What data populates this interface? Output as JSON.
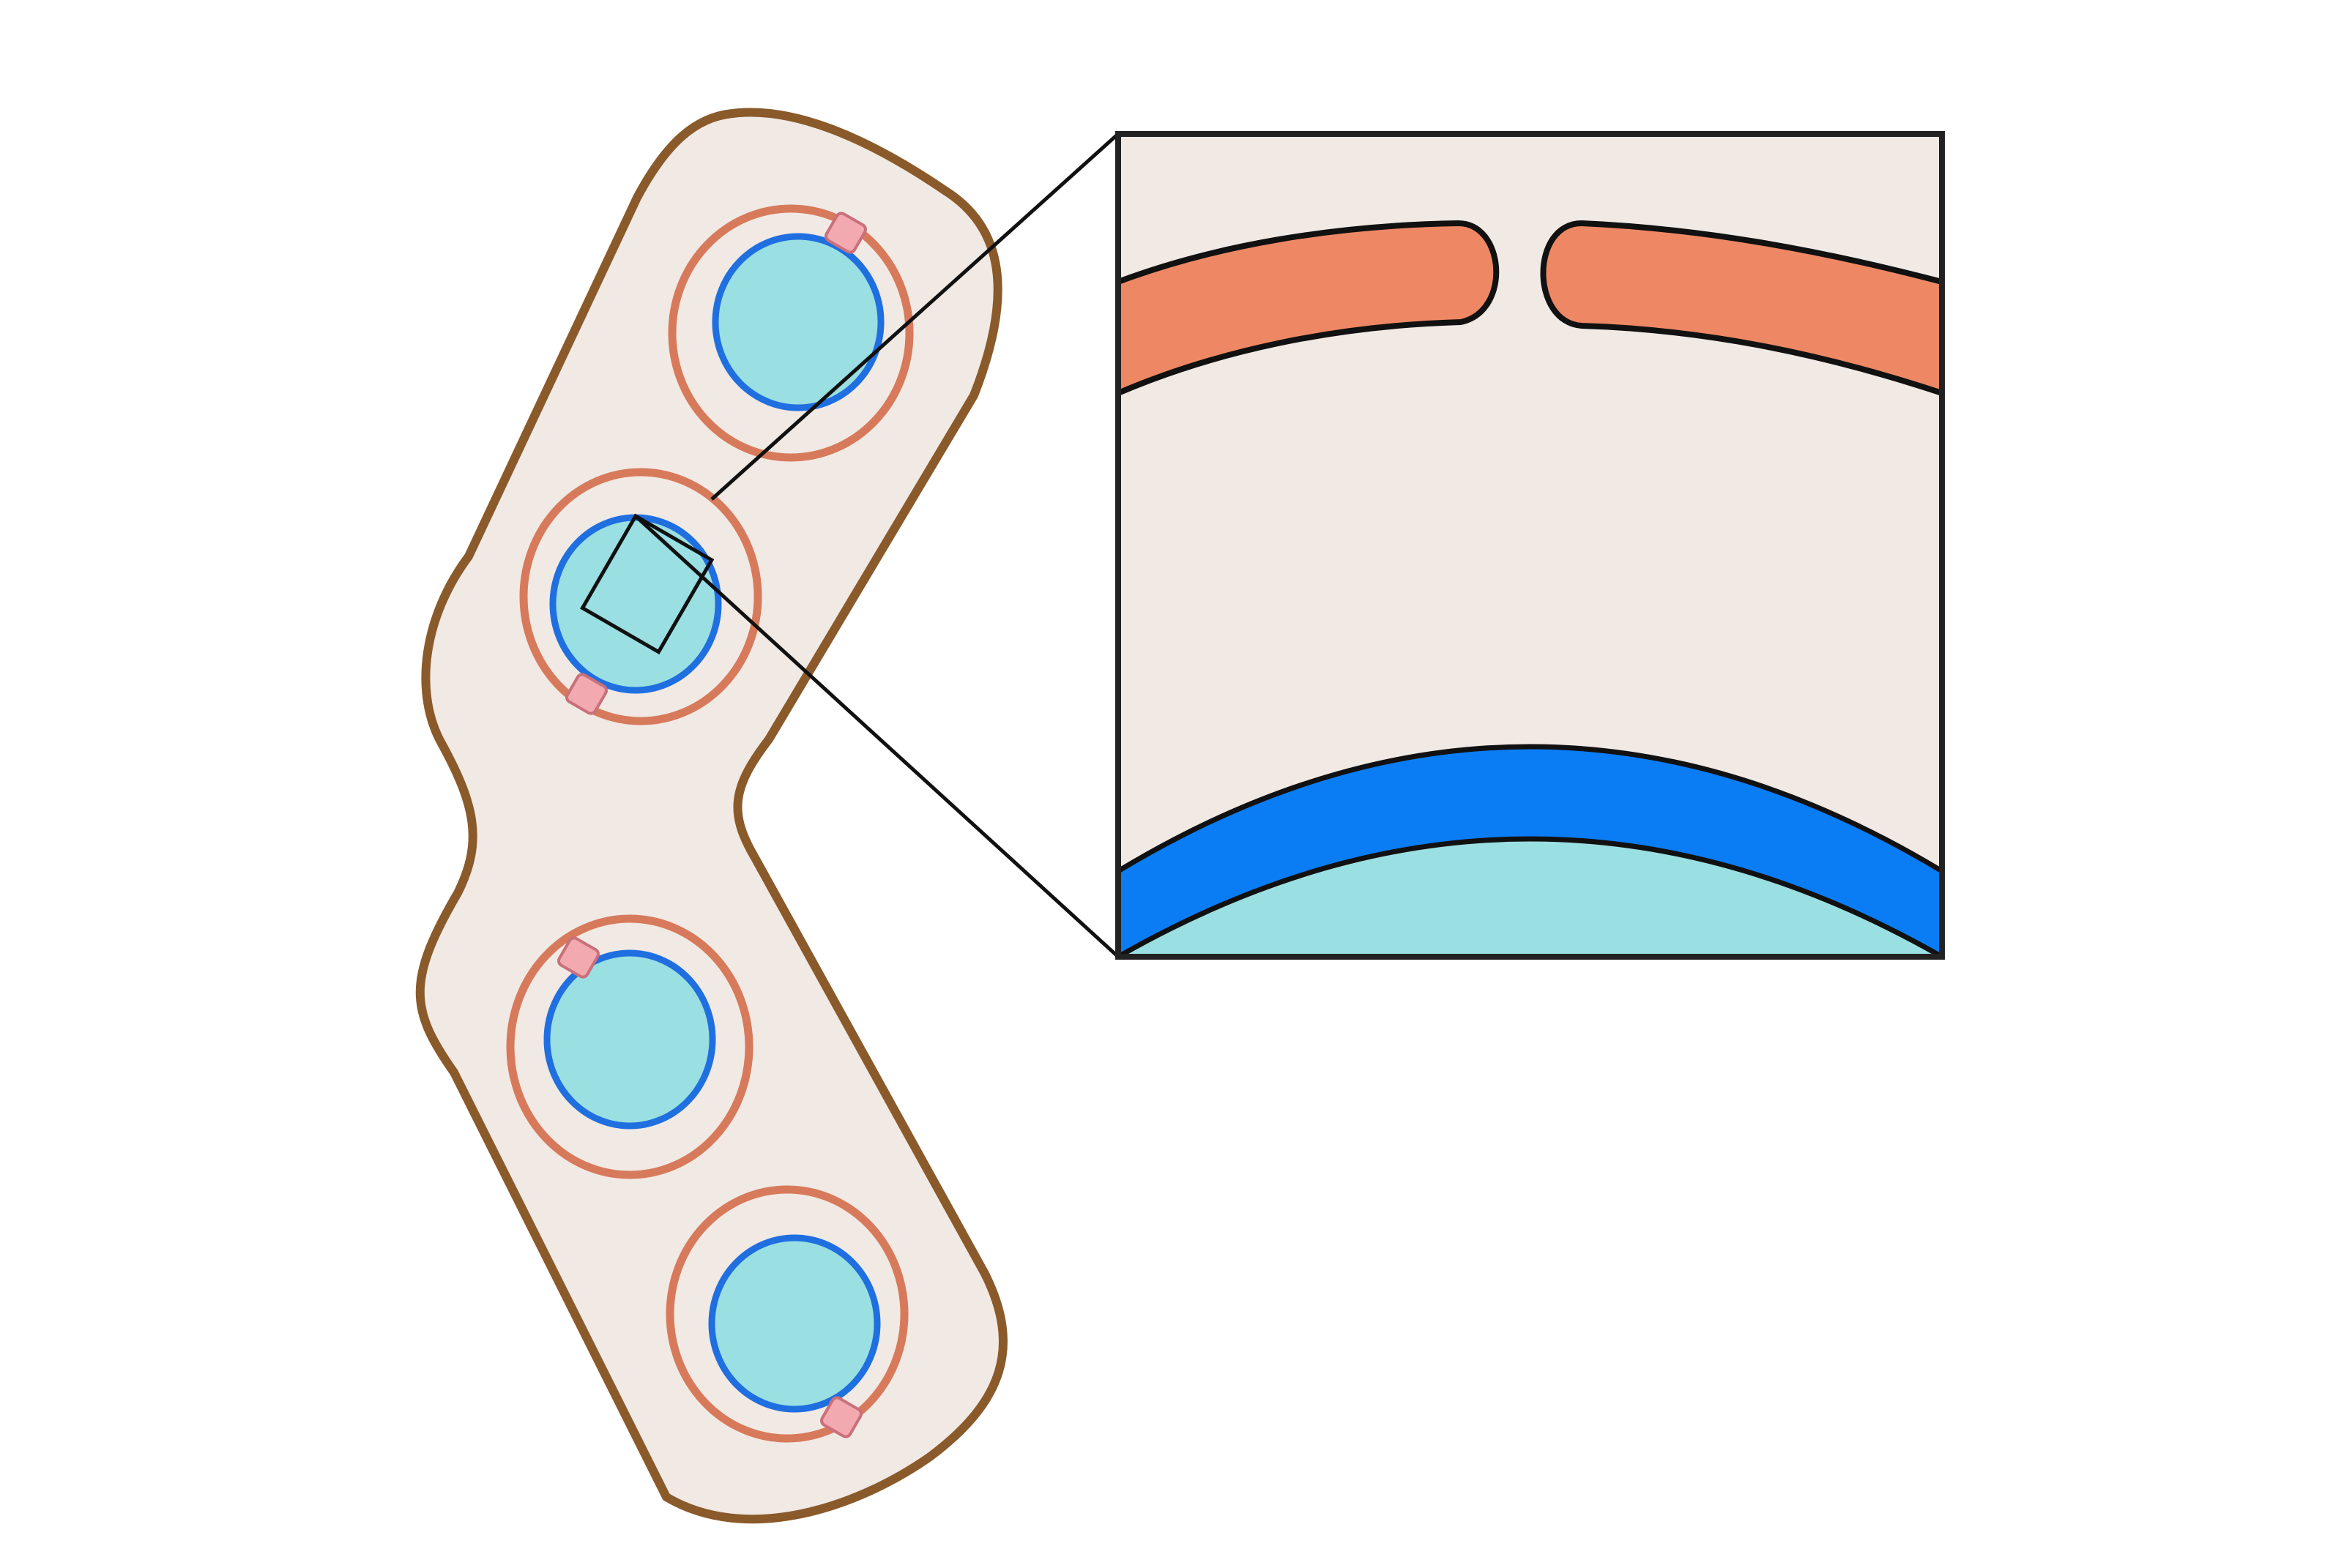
{
  "colors": {
    "background": "#ffffff",
    "cytoplasm_fill": "#f1e9e4",
    "cell_wall_stroke": "#8a5a2b",
    "outer_membrane": "#d77a5b",
    "outer_membrane_zoom": "#ee8864",
    "inner_membrane": "#1f6fe0",
    "inner_membrane_zoom": "#0a7cf4",
    "lumen_fill": "#9adfe2",
    "pore_fill": "#f2a9b0",
    "pore_stroke": "#c9707a",
    "outline": "#111111",
    "inset_frame": "#222222"
  },
  "structure": {
    "compartment_count": 4,
    "layers": [
      "cell-wall",
      "cytoplasm",
      "outer-membrane",
      "pore",
      "inner-membrane",
      "lumen"
    ]
  },
  "compartments": [
    {
      "id": "top",
      "pore_position": "upper-right"
    },
    {
      "id": "upper-middle",
      "pore_position": "lower-left",
      "zoom_source": true
    },
    {
      "id": "lower-middle",
      "pore_position": "upper-left"
    },
    {
      "id": "bottom",
      "pore_position": "lower-right"
    }
  ],
  "inset": {
    "shows": [
      "outer-membrane-with-gap",
      "cytoplasm",
      "inner-membrane",
      "lumen"
    ]
  }
}
